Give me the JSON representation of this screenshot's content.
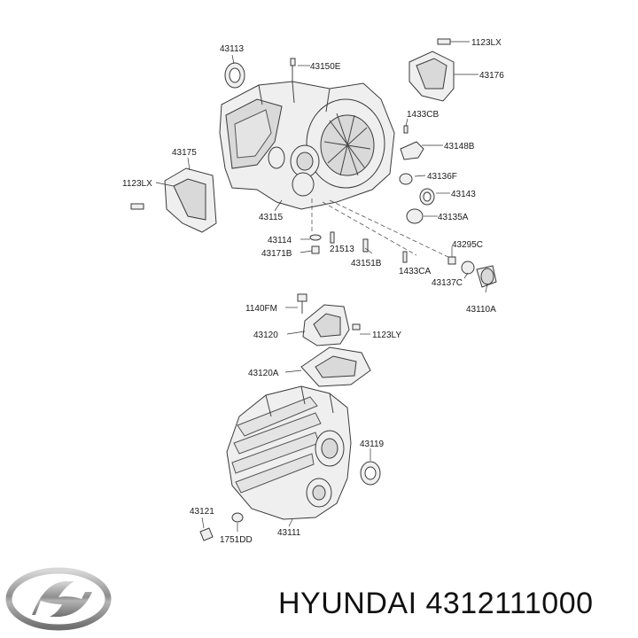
{
  "footer": {
    "title": "HYUNDAI 4312111000",
    "brand_logo": "hyundai-logo"
  },
  "callouts": {
    "c43113": "43113",
    "c43150E": "43150E",
    "c1123LX_top": "1123LX",
    "c43176": "43176",
    "c1433CB": "1433CB",
    "c43148B": "43148B",
    "c43175": "43175",
    "c1123LX_left": "1123LX",
    "c43136F": "43136F",
    "c43143": "43143",
    "c43115": "43115",
    "c43135A": "43135A",
    "c43114": "43114",
    "c21513": "21513",
    "c43171B": "43171B",
    "c43151B": "43151B",
    "c1433CA": "1433CA",
    "c43295C": "43295C",
    "c43137C": "43137C",
    "c43110A": "43110A",
    "c1140FM": "1140FM",
    "c43120": "43120",
    "c1123LY": "1123LY",
    "c43120A": "43120A",
    "c43119": "43119",
    "c43121": "43121",
    "c1751DD": "1751DD",
    "c43111": "43111"
  },
  "colors": {
    "line": "#3a3a3a",
    "fill": "#efefef",
    "text": "#111111",
    "logo": "#9a9a9a"
  }
}
